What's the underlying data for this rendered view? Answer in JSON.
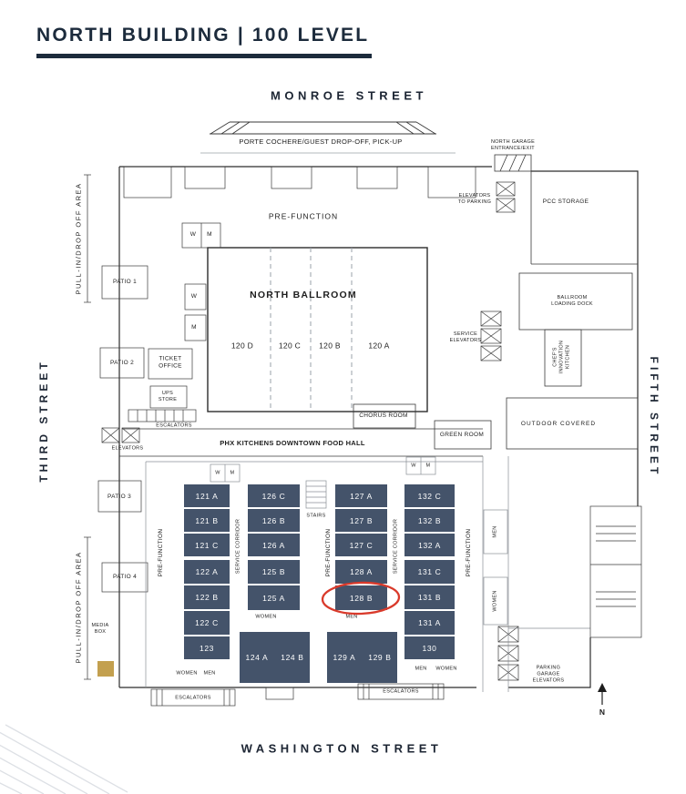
{
  "header": {
    "title": "NORTH BUILDING | 100 LEVEL"
  },
  "streets": {
    "monroe": "MONROE STREET",
    "washington": "WASHINGTON STREET",
    "third": "THIRD STREET",
    "fifth": "FIFTH STREET"
  },
  "curbside": {
    "pull_in_top": "PULL-IN/DROP OFF AREA",
    "pull_in_bottom": "PULL-IN/DROP OFF AREA",
    "porte_cochere": "PORTE COCHERE/GUEST DROP-OFF, PICK-UP"
  },
  "zones": {
    "north_garage": "NORTH GARAGE\nENTRANCE/EXIT",
    "elevators_to_parking": "ELEVATORS\nTO PARKING",
    "pcc_storage": "PCC STORAGE",
    "pre_function_top": "PRE-FUNCTION",
    "north_ballroom": "NORTH BALLROOM",
    "ballroom_120d": "120 D",
    "ballroom_120c": "120 C",
    "ballroom_120b": "120 B",
    "ballroom_120a": "120 A",
    "ballroom_loading_dock": "BALLROOM\nLOADING DOCK",
    "service_elevators": "SERVICE\nELEVATORS",
    "chefs_kitchen": "CHEF'S\nINNOVATION\nKITCHEN",
    "outdoor_covered": "OUTDOOR COVERED",
    "chorus_room": "CHORUS ROOM",
    "green_room": "GREEN ROOM",
    "food_hall": "PHX KITCHENS DOWNTOWN FOOD HALL",
    "ticket_office": "TICKET\nOFFICE",
    "ups_store": "UPS\nSTORE",
    "escalators": "ESCALATORS",
    "elevators": "ELEVATORS",
    "patio_1": "PATIO 1",
    "patio_2": "PATIO 2",
    "patio_3": "PATIO 3",
    "patio_4": "PATIO 4",
    "media_box": "MEDIA\nBOX",
    "stairs": "STAIRS",
    "parking_garage_elevators": "PARKING\nGARAGE\nELEVATORS",
    "north_arrow": "N"
  },
  "corridors": {
    "pre_function": "PRE-FUNCTION",
    "service_corridor": "SERVICE CORRIDOR"
  },
  "restrooms": {
    "w": "W",
    "m": "M",
    "women": "WOMEN",
    "men": "MEN"
  },
  "rooms": [
    {
      "label": "121 A"
    },
    {
      "label": "121 B"
    },
    {
      "label": "121 C"
    },
    {
      "label": "122 A"
    },
    {
      "label": "122 B"
    },
    {
      "label": "122 C"
    },
    {
      "label": "123"
    },
    {
      "label": "126 C"
    },
    {
      "label": "126 B"
    },
    {
      "label": "126 A"
    },
    {
      "label": "125 B"
    },
    {
      "label": "125 A"
    },
    {
      "label": "124 A"
    },
    {
      "label": "124 B"
    },
    {
      "label": "127 A"
    },
    {
      "label": "127 B"
    },
    {
      "label": "127 C"
    },
    {
      "label": "128 A"
    },
    {
      "label": "128 B"
    },
    {
      "label": "129 A"
    },
    {
      "label": "129 B"
    },
    {
      "label": "132 C"
    },
    {
      "label": "132 B"
    },
    {
      "label": "132 A"
    },
    {
      "label": "131 C"
    },
    {
      "label": "131 B"
    },
    {
      "label": "131 A"
    },
    {
      "label": "130"
    }
  ],
  "colors": {
    "accent_navy": "#1c2b3c",
    "room_fill": "#44536a",
    "highlight_red": "#d93a2b",
    "media_box_gold": "#c3a04f"
  },
  "annotations": {
    "highlighted_room": "128 B"
  }
}
